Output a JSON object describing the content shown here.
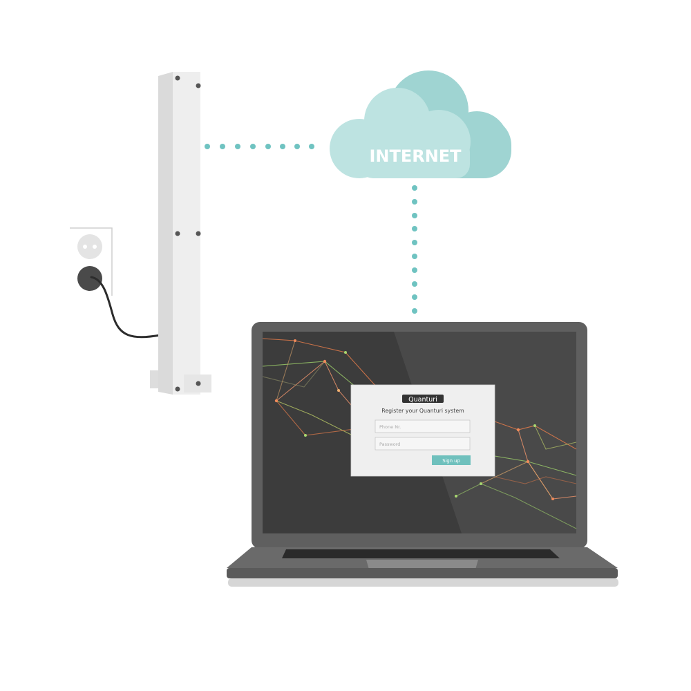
{
  "cloud": {
    "label": "INTERNET"
  },
  "dialog": {
    "logo_text": "Quanturi",
    "title": "Register your Quanturi system",
    "phone_placeholder": "Phone Nr.",
    "password_placeholder": "Password",
    "signup_label": "Sign up"
  },
  "colors": {
    "dots": "#6fc3c1",
    "cloud_light": "#bde3e1",
    "cloud_dark": "#9fd4d2",
    "signup_button": "#6fc0bd",
    "screen_bg": "#3c3c3c",
    "laptop_body": "#5f5f5f",
    "device_body": "#eeeeee"
  }
}
